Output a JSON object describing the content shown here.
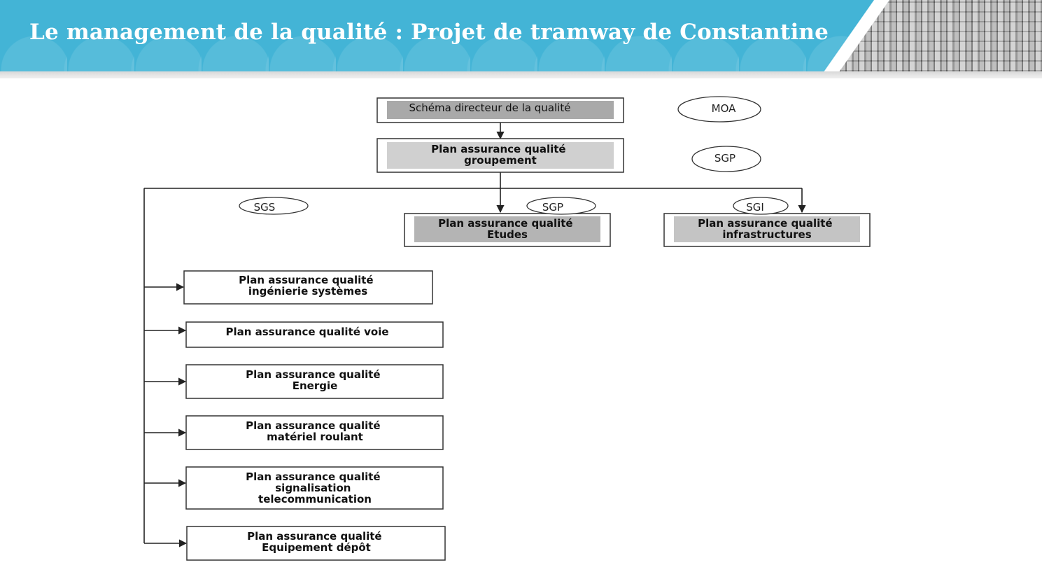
{
  "slide": {
    "title": "Le management de la qualité  : Projet de tramway de Constantine"
  },
  "diagram": {
    "nodes": {
      "schema": {
        "lines": [
          "Schéma directeur de la qualité"
        ]
      },
      "groupement": {
        "lines": [
          "Plan assurance qualité",
          "groupement"
        ]
      },
      "etudes": {
        "lines": [
          "Plan assurance qualité",
          "Etudes"
        ]
      },
      "infrastructures": {
        "lines": [
          "Plan assurance qualité",
          "infrastructures"
        ]
      },
      "ingenierie": {
        "lines": [
          "Plan assurance qualité",
          "ingénierie systèmes"
        ]
      },
      "voie": {
        "lines": [
          "Plan assurance qualité voie"
        ]
      },
      "energie": {
        "lines": [
          "Plan assurance qualité",
          "Energie"
        ]
      },
      "materiel": {
        "lines": [
          "Plan assurance qualité",
          "matériel roulant"
        ]
      },
      "signalisation": {
        "lines": [
          "Plan assurance qualité",
          "signalisation",
          "telecommunication"
        ]
      },
      "equipement": {
        "lines": [
          "Plan assurance qualité",
          "Equipement dépôt"
        ]
      }
    },
    "labels": {
      "moa": "MOA",
      "sgp_top": "SGP",
      "sgs": "SGS",
      "sgp_etudes": "SGP",
      "sgi": "SGI"
    }
  }
}
